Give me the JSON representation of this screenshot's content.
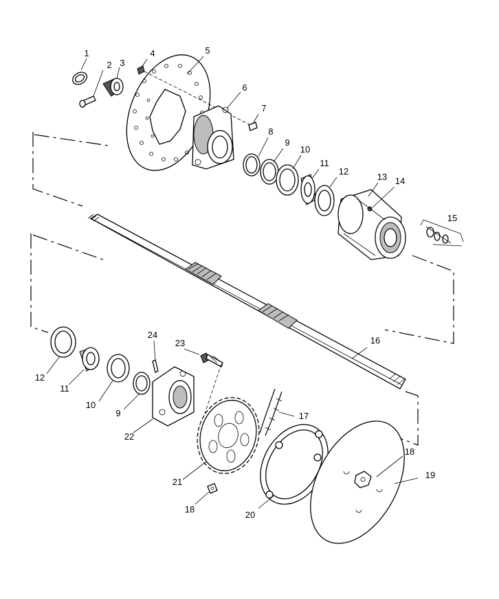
{
  "diagram": {
    "callouts": [
      {
        "id": "c1",
        "text": "1"
      },
      {
        "id": "c2",
        "text": "2"
      },
      {
        "id": "c3",
        "text": "3"
      },
      {
        "id": "c4",
        "text": "4"
      },
      {
        "id": "c5",
        "text": "5"
      },
      {
        "id": "c6",
        "text": "6"
      },
      {
        "id": "c7",
        "text": "7"
      },
      {
        "id": "c8",
        "text": "8"
      },
      {
        "id": "c9a",
        "text": "9"
      },
      {
        "id": "c10a",
        "text": "10"
      },
      {
        "id": "c11a",
        "text": "11"
      },
      {
        "id": "c12a",
        "text": "12"
      },
      {
        "id": "c13",
        "text": "13"
      },
      {
        "id": "c14",
        "text": "14"
      },
      {
        "id": "c15",
        "text": "15"
      },
      {
        "id": "c16",
        "text": "16"
      },
      {
        "id": "c17",
        "text": "17"
      },
      {
        "id": "c18a",
        "text": "18"
      },
      {
        "id": "c19",
        "text": "19"
      },
      {
        "id": "c20",
        "text": "20"
      },
      {
        "id": "c21",
        "text": "21"
      },
      {
        "id": "c18b",
        "text": "18"
      },
      {
        "id": "c22",
        "text": "22"
      },
      {
        "id": "c9b",
        "text": "9"
      },
      {
        "id": "c10b",
        "text": "10"
      },
      {
        "id": "c11b",
        "text": "11"
      },
      {
        "id": "c12b",
        "text": "12"
      },
      {
        "id": "c23",
        "text": "23"
      },
      {
        "id": "c24",
        "text": "24"
      }
    ]
  }
}
